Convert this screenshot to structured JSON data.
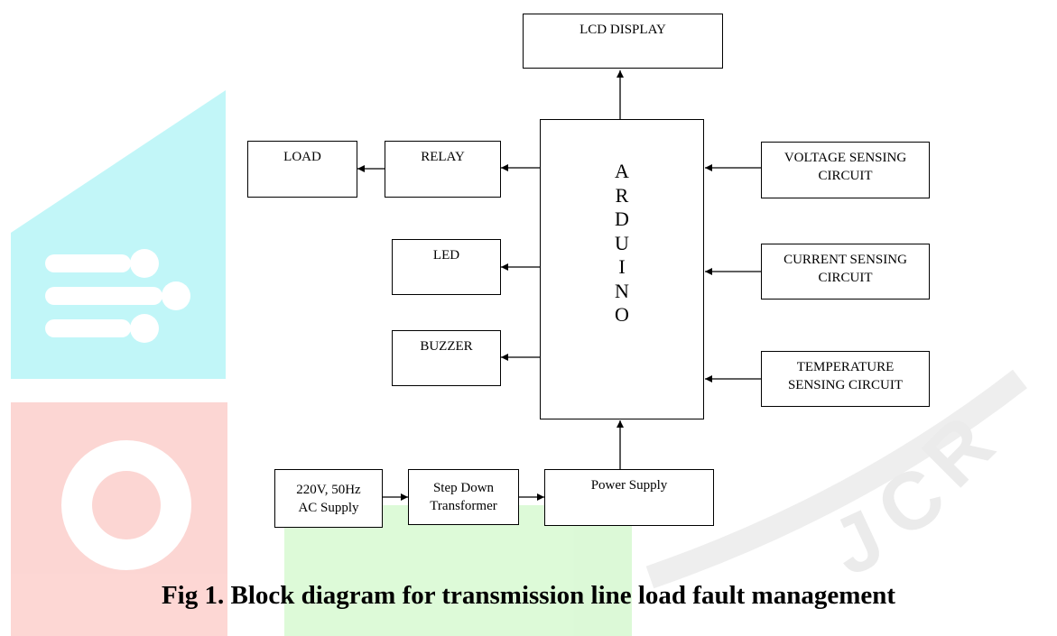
{
  "diagram": {
    "arduino_letters": [
      "A",
      "R",
      "D",
      "U",
      "I",
      "N",
      "O"
    ],
    "boxes": {
      "lcd": "LCD DISPLAY",
      "load": "LOAD",
      "relay": "RELAY",
      "led": "LED",
      "buzzer": "BUZZER",
      "voltage": "VOLTAGE SENSING\nCIRCUIT",
      "current": "CURRENT SENSING\nCIRCUIT",
      "temperature": "TEMPERATURE\nSENSING CIRCUIT",
      "ac_supply": "220V, 50Hz\nAC Supply",
      "transformer": "Step Down\nTransformer",
      "power_supply": "Power Supply"
    },
    "caption": "Fig 1. Block diagram for transmission line load fault management"
  },
  "watermark": {
    "colors": {
      "blue": "#4fe6ec",
      "red": "#f98c84",
      "green": "#9ef08e"
    }
  }
}
